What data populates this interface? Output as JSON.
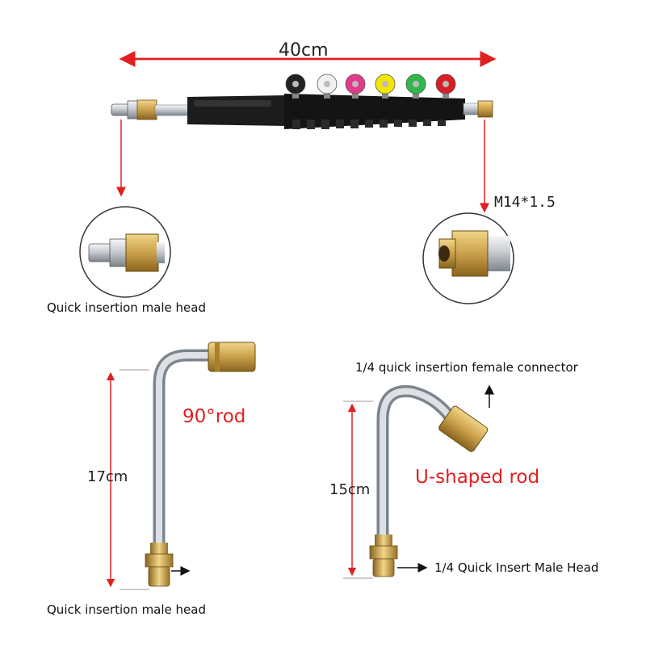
{
  "labels": {
    "length_top": "40cm",
    "thread_spec": "M14*1.5",
    "male_head_top": "Quick insertion male head",
    "female_connector": "1/4 quick insertion female connector",
    "rod_90": "90°rod",
    "rod_u": "U-shaped rod",
    "length_90": "17cm",
    "length_u": "15cm",
    "male_head_bottom": "Quick insertion male head",
    "quick_insert_male": "1/4 Quick Insert Male Head"
  },
  "nozzle_colors": [
    "#222222",
    "#f2f2f2",
    "#e23a8a",
    "#f4e600",
    "#2fb84a",
    "#d81f26"
  ],
  "colors": {
    "accent_red": "#e02020",
    "brass": "#c9a04a",
    "steel": "#c8ccd0",
    "black_handle": "#1c1c1c"
  }
}
